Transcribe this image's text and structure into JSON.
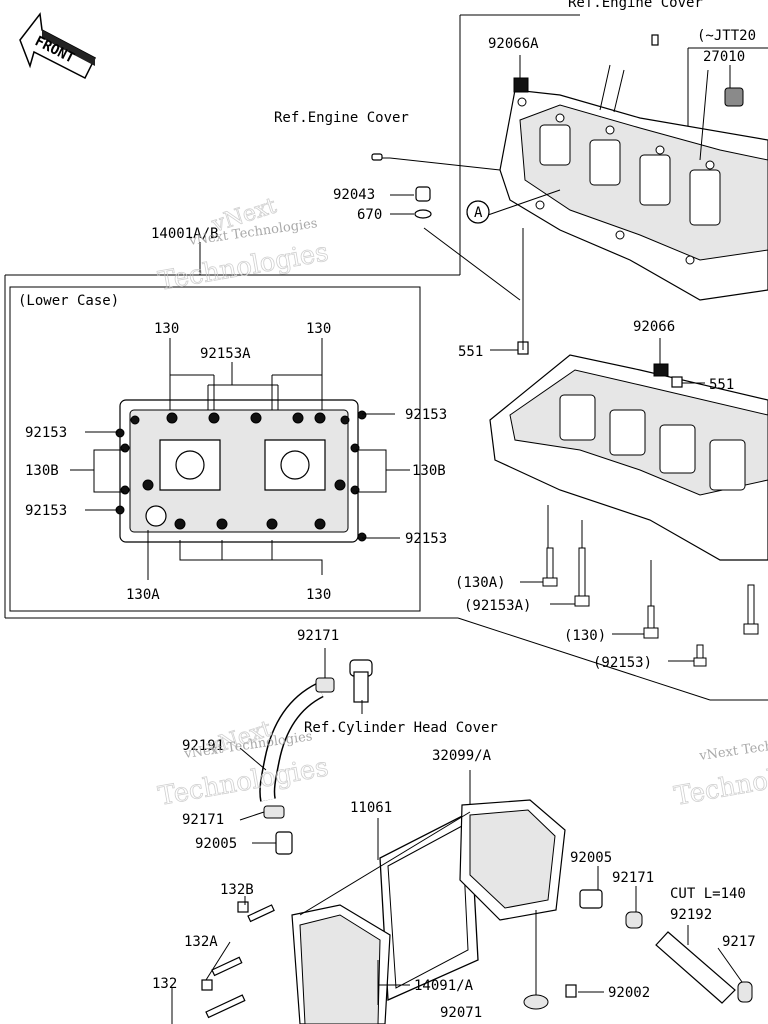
{
  "front_arrow": {
    "label": "FRONT"
  },
  "labels": {
    "ref_engine_cover_top": "Ref.Engine Cover",
    "ref_engine_cover": "Ref.Engine Cover",
    "jtt": "(~JTT20",
    "p27010": "27010",
    "p92066A": "92066A",
    "p92043": "92043",
    "p670": "670",
    "circleA": "A",
    "p14001": "14001A/B",
    "lower_case": "(Lower Case)",
    "p130_tl": "130",
    "p130_tr": "130",
    "p92153A": "92153A",
    "p92153_l1": "92153",
    "p92153_r1": "92153",
    "p130B_l": "130B",
    "p130B_r": "130B",
    "p92153_l2": "92153",
    "p92153_r2": "92153",
    "p130A_b": "130A",
    "p130_b": "130",
    "p551_l": "551",
    "p92066": "92066",
    "p551_r": "551",
    "p130A_p": "(130A)",
    "p92153A_p": "(92153A)",
    "p130_p": "(130)",
    "p92153_p": "(92153)",
    "p92171_t": "92171",
    "ref_cyl_head": "Ref.Cylinder Head Cover",
    "p32099": "32099/A",
    "p92191": "92191",
    "p11061": "11061",
    "p92171_m": "92171",
    "p92005_l": "92005",
    "p92005_r": "92005",
    "p92171_r": "92171",
    "cut": "CUT L=140",
    "p92192": "92192",
    "p132B": "132B",
    "p132A": "132A",
    "p9217": "9217",
    "p132": "132",
    "p14091": "14091/A",
    "p92002": "92002",
    "p92071": "92071"
  },
  "watermarks": {
    "brand": "vNext",
    "sub": "vNext Technologies",
    "tech": "Technologies"
  }
}
